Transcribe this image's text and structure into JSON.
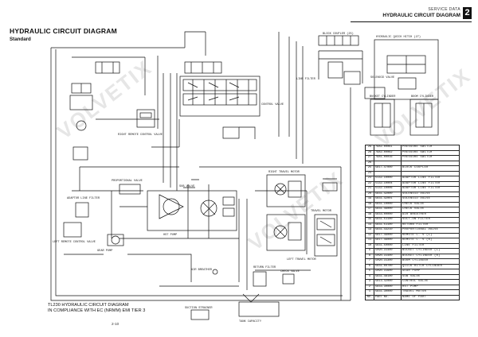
{
  "header": {
    "section": "SERVICE DATA",
    "title": "HYDRAULIC CIRCUIT DIAGRAM",
    "section_number": "2"
  },
  "page": {
    "title": "HYDRAULIC CIRCUIT DIAGRAM",
    "subtitle": "Standard",
    "page_number": "2-10"
  },
  "footnote": {
    "line1": "TL230 HYDRAULIC CIRCUIT DIAGRAM",
    "line2": "IN COMPLIANCE WITH EC (NRMM) EMI TIER 3"
  },
  "watermark": "VOLVETIX",
  "parts_table": {
    "header_row": {
      "no": "NO.",
      "part_no": "PART No.",
      "name": "NAME OF PART"
    },
    "rows": [
      {
        "no": "29",
        "part_no": "7982-00061",
        "name": "PRESSURE SWITCH"
      },
      {
        "no": "28",
        "part_no": "7982-00062",
        "name": "PRESSURE SWITCH"
      },
      {
        "no": "27",
        "part_no": "7981-00016",
        "name": "PRESSURE SWITCH"
      },
      {
        "no": "26",
        "part_no": "",
        "name": ""
      },
      {
        "no": "25",
        "part_no": "5817-47000",
        "name": "BLOCK COUPLER"
      },
      {
        "no": "24",
        "part_no": "",
        "name": ""
      },
      {
        "no": "23",
        "part_no": "5132-10000",
        "name": "ADAPTOR LINE FILTER"
      },
      {
        "no": "22",
        "part_no": "5132-10004",
        "name": "ADAPTOR LINE FILTER"
      },
      {
        "no": "21",
        "part_no": "5132-10006",
        "name": "ADAPTOR LINE FILTER"
      },
      {
        "no": "20",
        "part_no": "5831-42000",
        "name": "SOLENOID VALVE"
      },
      {
        "no": "19",
        "part_no": "5831-42001",
        "name": "SOLENOID VALVE"
      },
      {
        "no": "18",
        "part_no": "5831-10000",
        "name": "CHECK VALVE"
      },
      {
        "no": "17",
        "part_no": "5831-49000",
        "name": "CHECK VALVE"
      },
      {
        "no": "16",
        "part_no": "5833-00000",
        "name": "AIR BREATHER"
      },
      {
        "no": "15",
        "part_no": "5831-51100",
        "name": "SUCT-ON FILTER"
      },
      {
        "no": "14",
        "part_no": "5831-51100",
        "name": "RETURN FILTER"
      },
      {
        "no": "13",
        "part_no": "5831-43210",
        "name": "PROPORTIONAL VALVE"
      },
      {
        "no": "12",
        "part_no": "5817-49000",
        "name": "REMOTE C. V (L)"
      },
      {
        "no": "11",
        "part_no": "5817-49000",
        "name": "REMOTE C. V (R)"
      },
      {
        "no": "10",
        "part_no": "5831-50000",
        "name": "LINE FILTER"
      },
      {
        "no": "9",
        "part_no": "5090-31400",
        "name": "BUCKET CYLINDER (L)"
      },
      {
        "no": "8",
        "part_no": "5090-31400",
        "name": "BUCKET CYLINDER (R)"
      },
      {
        "no": "7",
        "part_no": "5090-31300",
        "name": "BOOM CYLINDER"
      },
      {
        "no": "6",
        "part_no": "5831-00700",
        "name": "QUICK HITCH CYLINDER"
      },
      {
        "no": "5",
        "part_no": "5090-31900",
        "name": "GEAR PUMP"
      },
      {
        "no": "4",
        "part_no": "5831-48100",
        "name": "SUB VALVE"
      },
      {
        "no": "3",
        "part_no": "5813-42000",
        "name": "CONTROL VALVE"
      },
      {
        "no": "2",
        "part_no": "5833-30000",
        "name": "HST PUMP"
      },
      {
        "no": "1",
        "part_no": "5831-30000",
        "name": "TRAVEL MOTOR"
      }
    ]
  },
  "diagram_labels": {
    "coupler": "BLOCK COUPLER (25)",
    "qh_motor": "HYDRAULIC QUICK HITCH (27)",
    "line_filter": "LINE FILTER",
    "solenoid": "SOLENOID VALVE",
    "control_valve": "CONTROL VALVE",
    "right_travel_motor": "RIGHT TRAVEL MOTOR",
    "left_travel_motor": "LEFT TRAVEL MOTOR",
    "travel_motor": "TRAVEL MOTOR",
    "sub_valve": "SUB VALVE",
    "gear_pump": "GEAR PUMP",
    "hst_pump": "HST PUMP",
    "remote_r": "RIGHT REMOTE CONTROL VALVE",
    "remote_l": "LEFT REMOTE CONTROL VALVE",
    "air_breather": "AIR BREATHER",
    "return_filter": "RETURN FILTER",
    "suction_filter": "SUCTION STRAINER",
    "check_valve": "CHECK VALVE",
    "tank": "TANK CAPACITY",
    "bucket_cyl": "BUCKET CYLINDER",
    "boom_cyl": "BOOM CYLINDER",
    "adaptor_filter": "ADAPTOR LINE FILTER",
    "proportional": "PROPORTIONAL VALVE"
  },
  "colors": {
    "ink": "#111111",
    "watermark": "#e6e6e6",
    "paper": "#ffffff"
  }
}
